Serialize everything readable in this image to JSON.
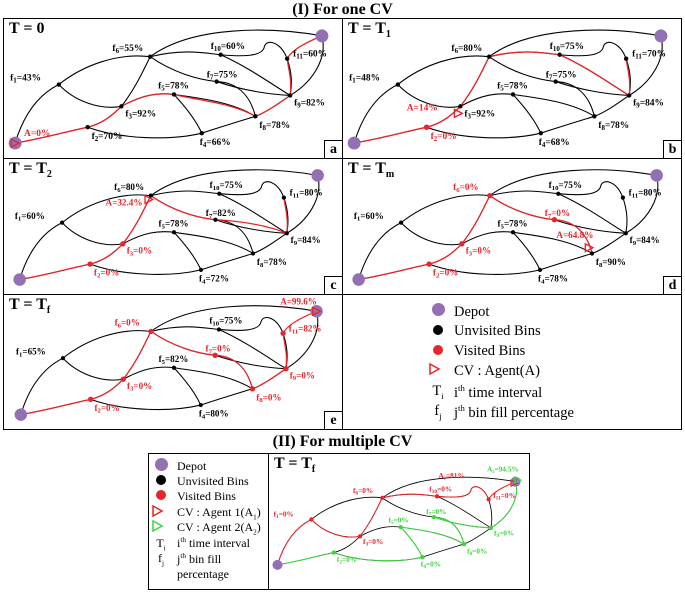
{
  "colors": {
    "depot": "#9370b4",
    "unvisited": "#000000",
    "visited": "#e8252a",
    "agent1": "#e8252a",
    "agent2": "#3cd63c",
    "edge": "#000000",
    "route1": "#e8252a",
    "route2": "#3cd63c"
  },
  "section1": {
    "title": "(I) For one CV"
  },
  "section2": {
    "title": "(II) For multiple CV"
  },
  "panels": [
    {
      "id": "a",
      "letter": "a",
      "t_main": "T = 0",
      "t_sub": "",
      "bins": {
        "f1": "=43%",
        "f2": "=70%",
        "f3": "=92%",
        "f4": "=66%",
        "f5": "=78%",
        "f6": "=55%",
        "f7": "=75%",
        "f8": "=78%",
        "f9": "=82%",
        "f10": "=60%",
        "f11": "=60%"
      },
      "visited": [],
      "agent": {
        "text": "A=0%",
        "at": "depot"
      }
    },
    {
      "id": "b",
      "letter": "b",
      "t_main": "T = T",
      "t_sub": "1",
      "bins": {
        "f1": "=48%",
        "f2": "=0%",
        "f3": "=92%",
        "f4": "=68%",
        "f5": "=78%",
        "f6": "=80%",
        "f7": "=75%",
        "f8": "=78%",
        "f9": "=84%",
        "f10": "=75%",
        "f11": "=70%"
      },
      "visited": [
        "f2"
      ],
      "agent": {
        "text": "A=14%",
        "at": "f3"
      }
    },
    {
      "id": "c",
      "letter": "c",
      "t_main": "T = T",
      "t_sub": "2",
      "bins": {
        "f1": "=60%",
        "f2": "=0%",
        "f3": "=0%",
        "f4": "=72%",
        "f5": "=78%",
        "f6": "=80%",
        "f7": "=82%",
        "f8": "=78%",
        "f9": "=84%",
        "f10": "=75%",
        "f11": "=80%"
      },
      "visited": [
        "f2",
        "f3"
      ],
      "agent": {
        "text": "A=32.4%",
        "at": "f6"
      }
    },
    {
      "id": "d",
      "letter": "d",
      "t_main": "T = T",
      "t_sub": "m",
      "bins": {
        "f1": "=60%",
        "f2": "=0%",
        "f3": "=0%",
        "f4": "=78%",
        "f5": "=78%",
        "f6": "=0%",
        "f7": "=0%",
        "f8": "=90%",
        "f9": "=84%",
        "f10": "=75%",
        "f11": "=80%"
      },
      "visited": [
        "f2",
        "f3",
        "f6",
        "f7"
      ],
      "agent": {
        "text": "A=64.8%",
        "at": "f8"
      }
    },
    {
      "id": "e",
      "letter": "e",
      "t_main": "T = T",
      "t_sub": "f",
      "bins": {
        "f1": "=65%",
        "f2": "=0%",
        "f3": "=0%",
        "f4": "=80%",
        "f5": "=82%",
        "f6": "=0%",
        "f7": "=0%",
        "f8": "=0%",
        "f9": "=0%",
        "f10": "=75%",
        "f11": "=82%"
      },
      "visited": [
        "f2",
        "f3",
        "f6",
        "f7",
        "f8",
        "f9",
        "f11"
      ],
      "agent": {
        "text": "A=99.6%",
        "at": "depot2"
      }
    }
  ],
  "legend": [
    {
      "icon": "depot-icon",
      "text": "Depot"
    },
    {
      "icon": "unvisited-bin-icon",
      "text": "Unvisited Bins"
    },
    {
      "icon": "visited-bin-icon",
      "text": "Visited Bins"
    },
    {
      "icon": "agent-icon",
      "text": "CV : Agent(A)"
    },
    {
      "icon": "time-symbol",
      "sym": "T",
      "sub": "i",
      "text": "i",
      "sup": "th",
      "rest": " time interval"
    },
    {
      "icon": "fill-symbol",
      "sym": "f",
      "sub": "j",
      "text": "j",
      "sup": "th",
      "rest": " bin fill percentage"
    }
  ],
  "legend2": [
    {
      "icon": "depot-icon",
      "text": "Depot"
    },
    {
      "icon": "unvisited-bin-icon",
      "text": "Unvisited Bins"
    },
    {
      "icon": "visited-bin-icon",
      "text": "Visited Bins"
    },
    {
      "icon": "agent1-icon",
      "text": "CV : Agent 1(A",
      "sub": "1",
      "close": ")"
    },
    {
      "icon": "agent2-icon",
      "text": "CV : Agent 2(A",
      "sub": "2",
      "close": ")"
    },
    {
      "icon": "time-symbol",
      "sym": "T",
      "sub": "i",
      "text": "i",
      "sup": "th",
      "rest": " time interval"
    },
    {
      "icon": "fill-symbol",
      "sym": "f",
      "sub": "j",
      "text": "j",
      "sup": "th",
      "rest": " bin fill"
    },
    {
      "icon": "none",
      "text": "percentage"
    }
  ],
  "multi": {
    "t_main": "T = T",
    "t_sub": "f",
    "bins": {
      "f1": "=0%",
      "f2": "=0%",
      "f3": "=0%",
      "f4": "=0%",
      "f5": "=0%",
      "f6": "=0%",
      "f7": "=0%",
      "f8": "=0%",
      "f9": "=0%",
      "f10": "=0%",
      "f11": "=0%"
    },
    "agent1_text": "A₁=81%",
    "agent2_text": "A₂=94.5%"
  }
}
